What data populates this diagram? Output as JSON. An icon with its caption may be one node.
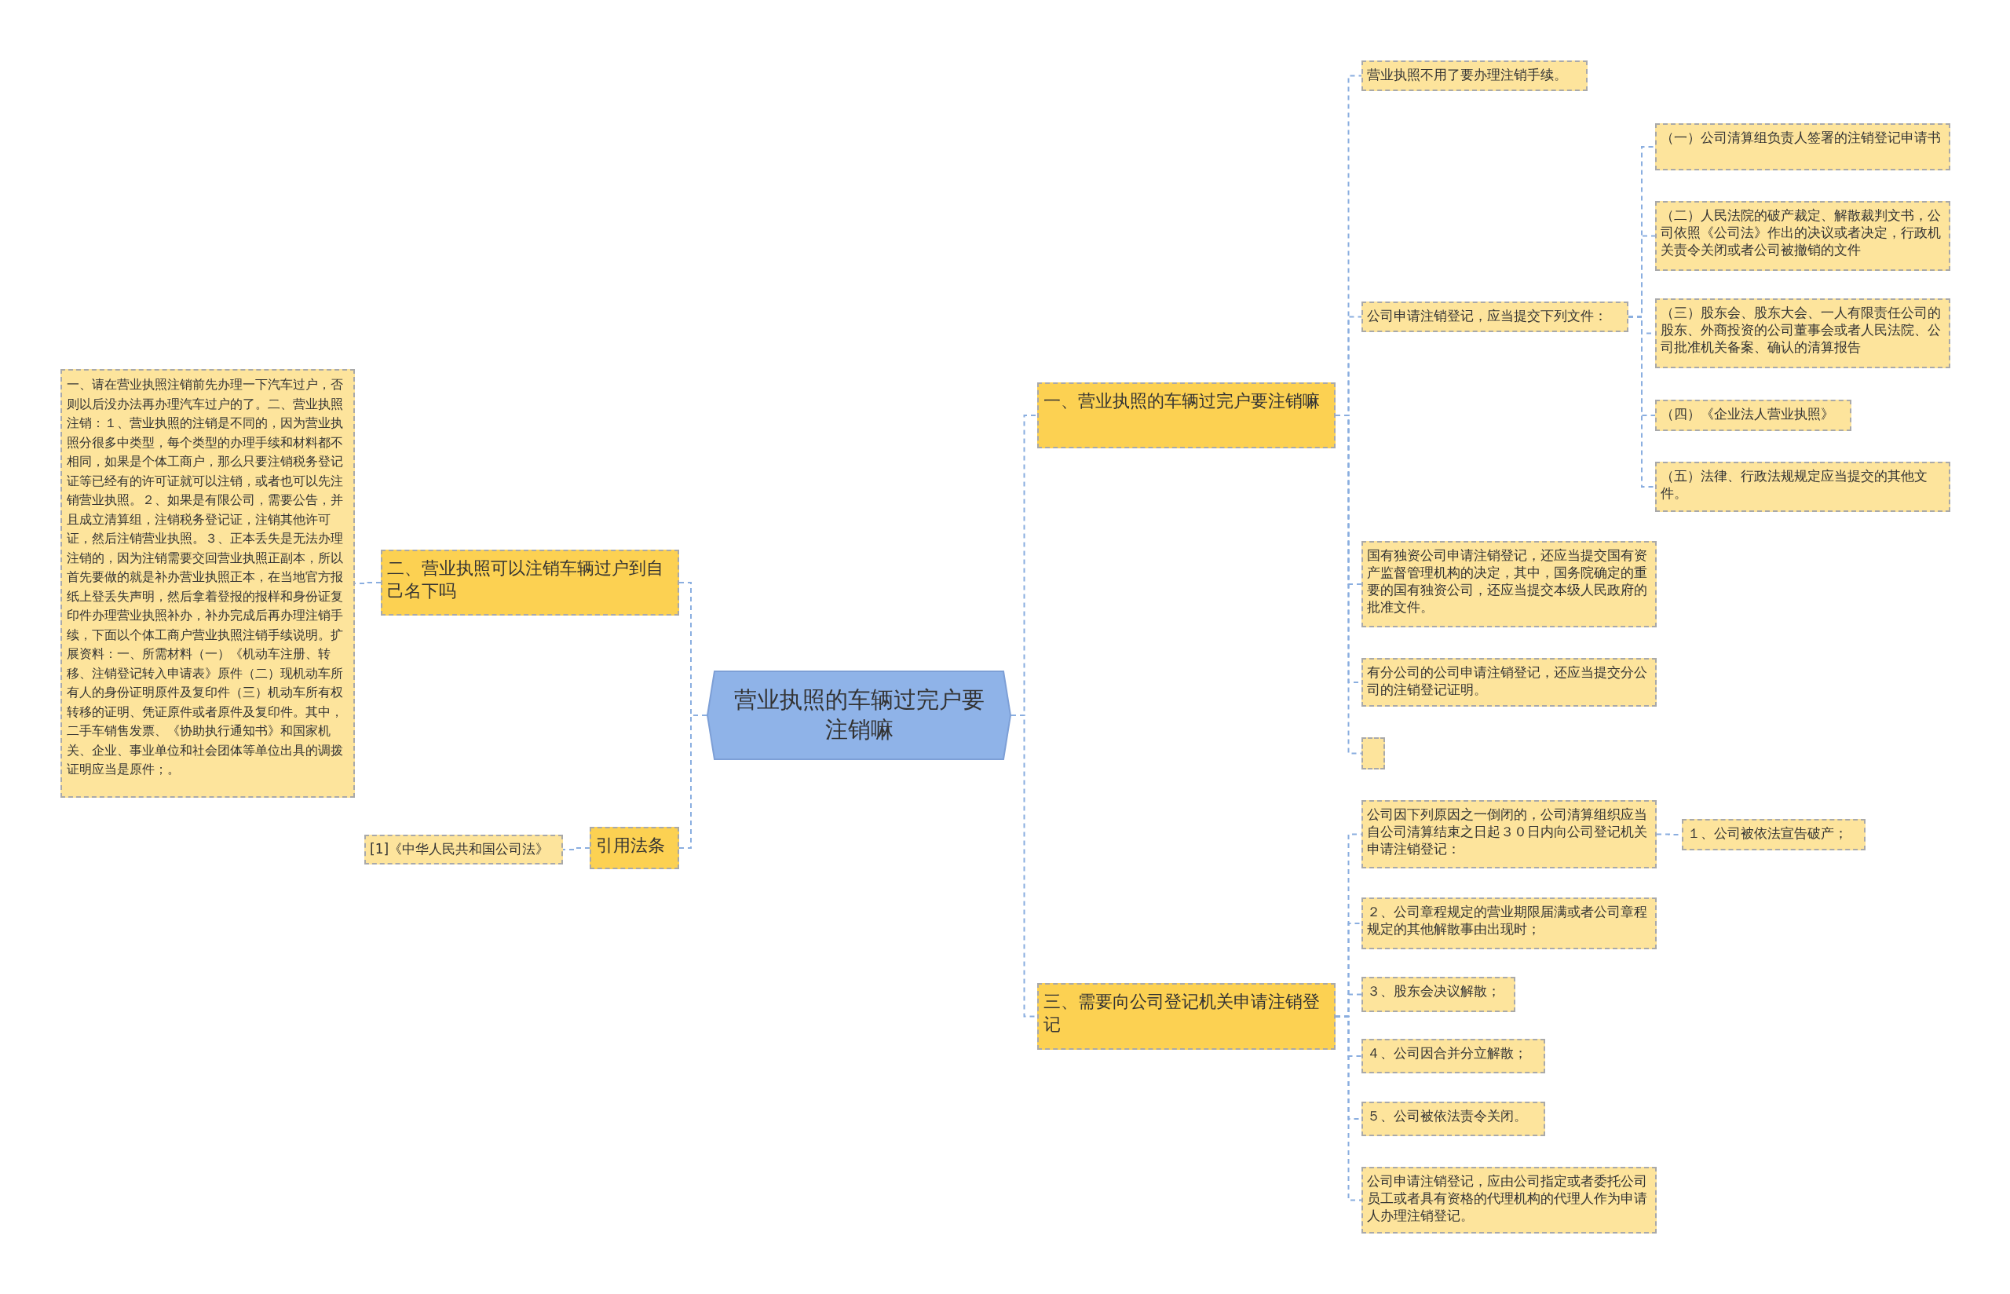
{
  "diagram": {
    "nodes": [
      {
        "text": [
          "营业执照的车辆过完户要注销嘛"
        ]
      },
      {
        "text": [
          "一、营业执照的车辆过完户要注销嘛"
        ]
      },
      {
        "text": [
          "二、营业执照可以注销车辆过户到自己名下吗"
        ]
      },
      {
        "text": [
          "一、请在营业执照注销前先办理一下汽车过户，否则以后没办法再办理汽车过户的了。二、营业执照注销：１、营业执照的注销是不同的，因为营业执照分很多中类型，每个类型的办理手续和材料都不相同，如果是个体工商户，那么只要注销税务登记证等已经有的许可证就可以注销，或者也可以先注销营业执照。２、如果是有限公司，需要公告，并且成立清算组，注销税务登记证，注销其他许可证，然后注销营业执照。３、正本丢失是无法办理注销的，因为注销需要交回营业执照正副本，所以首先要做的就是补办营业执照正本，在当地官方报纸上登丢失声明，然后拿着登报的报样和身份证复印件办理营业执照补办，补办完成后再办理注销手续，下面以个体工商户营业执照注销手续说明。扩展资料：一、所需材料（一）《机动车注册、转移、注销登记转入申请表》原件（二）现机动车所有人的身份证明原件及复印件（三）机动车所有权转移的证明、凭证原件或者原件及复印件。其中，二手车销售发票、《协助执行通知书》和国家机关、企业、事业单位和社会团体等单位出具的调拨证明应当是原件；。"
        ]
      },
      {
        "text": [
          "引用法条"
        ]
      },
      {
        "text": [
          "[1]《中华人民共和国公司法》"
        ]
      },
      {
        "text": [
          "三、需要向公司登记机关申请注销登记"
        ]
      },
      {
        "text": [
          "营业执照不用了要办理注销手续。"
        ]
      },
      {
        "text": [
          "公司申请注销登记，应当提交下列文件："
        ]
      },
      {
        "text": [
          "（一）公司清算组负责人签署的注销登记申请书"
        ]
      },
      {
        "text": [
          "（二）人民法院的破产裁定、解散裁判文书，公司依照《公司法》作出的决议或者决定，行政机关责令关闭或者公司被撤销的文件"
        ]
      },
      {
        "text": [
          "（三）股东会、股东大会、一人有限责任公司的股东、外商投资的公司董事会或者人民法院、公司批准机关备案、确认的清算报告"
        ]
      },
      {
        "text": [
          "（四）《企业法人营业执照》"
        ]
      },
      {
        "text": [
          "（五）法律、行政法规规定应当提交的其他文件。"
        ]
      },
      {
        "text": [
          "国有独资公司申请注销登记，还应当提交国有资产监督管理机构的决定，其中，国务院确定的重要的国有独资公司，还应当提交本级人民政府的批准文件。"
        ]
      },
      {
        "text": [
          "有分公司的公司申请注销登记，还应当提交分公司的注销登记证明。"
        ]
      },
      {
        "text": [],
        "shape": "box"
      },
      {
        "text": [
          "公司因下列原因之一倒闭的，公司清算组织应当自公司清算结束之日起３０日内向公司登记机关申请注销登记："
        ]
      },
      {
        "text": [
          "１、公司被依法宣告破产；"
        ]
      },
      {
        "text": [
          "２、公司章程规定的营业期限届满或者公司章程规定的其他解散事由出现时；"
        ]
      },
      {
        "text": [
          "３、股东会决议解散；"
        ]
      },
      {
        "text": [
          "４、公司因合并分立解散；"
        ]
      },
      {
        "text": [
          "５、公司被依法责令关闭。"
        ]
      },
      {
        "text": [
          "公司申请注销登记，应由公司指定或者委托公司员工或者具有资格的代理机构的代理人作为申请人办理注销登记。"
        ]
      }
    ],
    "edges": [
      {
        "from": 0,
        "to": 1,
        "arrow": "none"
      },
      {
        "from": 0,
        "to": 2,
        "arrow": "none"
      },
      {
        "from": 0,
        "to": 4,
        "arrow": "none"
      },
      {
        "from": 0,
        "to": 6,
        "arrow": "none"
      },
      {
        "from": 2,
        "to": 3,
        "arrow": "none"
      },
      {
        "from": 4,
        "to": 5,
        "arrow": "none"
      },
      {
        "from": 1,
        "to": 7,
        "arrow": "none"
      },
      {
        "from": 1,
        "to": 8,
        "arrow": "none"
      },
      {
        "from": 1,
        "to": 14,
        "arrow": "none"
      },
      {
        "from": 1,
        "to": 15,
        "arrow": "none"
      },
      {
        "from": 1,
        "to": 16,
        "arrow": "none"
      },
      {
        "from": 8,
        "to": 9,
        "arrow": "none"
      },
      {
        "from": 8,
        "to": 10,
        "arrow": "none"
      },
      {
        "from": 8,
        "to": 11,
        "arrow": "none"
      },
      {
        "from": 8,
        "to": 12,
        "arrow": "none"
      },
      {
        "from": 8,
        "to": 13,
        "arrow": "none"
      },
      {
        "from": 6,
        "to": 17,
        "arrow": "none"
      },
      {
        "from": 17,
        "to": 18,
        "arrow": "none"
      },
      {
        "from": 6,
        "to": 19,
        "arrow": "none"
      },
      {
        "from": 6,
        "to": 20,
        "arrow": "none"
      },
      {
        "from": 6,
        "to": 21,
        "arrow": "none"
      },
      {
        "from": 6,
        "to": 22,
        "arrow": "none"
      },
      {
        "from": 6,
        "to": 23,
        "arrow": "none"
      }
    ]
  }
}
